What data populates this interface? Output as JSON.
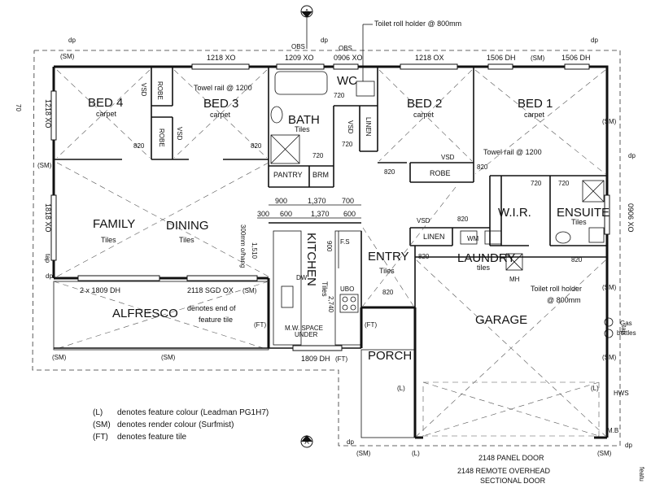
{
  "rooms": {
    "bed4": {
      "name": "BED 4",
      "floor": "carpet"
    },
    "bed3": {
      "name": "BED 3",
      "floor": "carpet"
    },
    "bath": {
      "name": "BATH",
      "floor": "Tiles"
    },
    "wc": {
      "name": "WC"
    },
    "bed2": {
      "name": "BED 2",
      "floor": "carpet"
    },
    "bed1": {
      "name": "BED 1",
      "floor": "carpet"
    },
    "family": {
      "name": "FAMILY",
      "floor": "Tiles"
    },
    "dining": {
      "name": "DINING",
      "floor": "Tiles"
    },
    "kitchen": {
      "name": "KITCHEN",
      "floor": "Tiles"
    },
    "entry": {
      "name": "ENTRY",
      "floor": "Tiles"
    },
    "wir": {
      "name": "W.I.R."
    },
    "ensuite": {
      "name": "ENSUITE",
      "floor": "Tiles"
    },
    "laundry": {
      "name": "LAUNDRY",
      "floor": "tiles"
    },
    "alfresco": {
      "name": "ALFRESCO"
    },
    "garage": {
      "name": "GARAGE"
    },
    "porch": {
      "name": "PORCH"
    },
    "pantry": {
      "name": "PANTRY"
    },
    "brm": {
      "name": "BRM"
    },
    "linen_upper": {
      "name": "LINEN"
    },
    "linen_lower": {
      "name": "LINEN"
    },
    "robe_bed4": {
      "name": "ROBE"
    },
    "robe_bed3": {
      "name": "ROBE"
    },
    "robe_bed2": {
      "name": "ROBE"
    }
  },
  "windows": {
    "bed3_top": "1218 XO",
    "bath_top": "1209 XO",
    "wc_top": "0906 XO",
    "bed2_top": "1218 OX",
    "bed1_top": "1506 DH",
    "bed1_top_right": "1506 DH",
    "bed4_side": "1218 XO",
    "family_side": "1818 XO",
    "ensuite_side": "0906 XO",
    "alfresco_top": "2 x 1809 DH",
    "sgd": "2118 SGD OX",
    "porch_bottom": "1809 DH"
  },
  "doors": {
    "bed4": "820",
    "bed3": "820",
    "bath": "720",
    "wc": "720",
    "bath_side": "720",
    "bed2": "820",
    "robe": "820",
    "wir": "720",
    "ensuite": "720",
    "ensuite_door": "820",
    "laundry": "820",
    "entry_side": "820",
    "entry": "820"
  },
  "codes": {
    "vsd": "VSD",
    "obs": "OBS",
    "sm": "(SM)",
    "ft": "(FT)",
    "l": "(L)",
    "dp": "dp",
    "fs": "F.S",
    "ubo": "UBO",
    "dw": "DW",
    "wm": "WM",
    "mh": "MH",
    "hws": "HWS",
    "mb": "M.B",
    "seventy": "70",
    "tap": "tap"
  },
  "dimensions": {
    "d900": "900",
    "d1370a": "1,370",
    "d700": "700",
    "d300": "300",
    "d600a": "600",
    "d1370b": "1,370",
    "d600b": "600",
    "d300oh": "300mm o/hang",
    "d1510": "1,510",
    "d900v": "900",
    "d2740": "2,740"
  },
  "notes": {
    "toilet_roll_top": "Toilet roll holder @ 800mm",
    "towel_rail_bath": "Towel rail @ 1200",
    "towel_rail_ensuite": "Towel rail @ 1200",
    "toilet_roll_ensuite": "Toilet roll holder",
    "toilet_roll_ensuite_2": "@ 800mm",
    "feature_tile": "denotes end of",
    "feature_tile_2": "feature tile",
    "mw_space": "M.W. SPACE",
    "mw_space_2": "UNDER",
    "gas": "Gas",
    "gas_2": "bottles",
    "garage_door_1": "2148 PANEL DOOR",
    "garage_door_2": "2148 REMOTE OVERHEAD",
    "garage_door_3": "SECTIONAL DOOR",
    "edge_label": "featu"
  },
  "legend": [
    {
      "code": "(L)",
      "text": "denotes feature colour (Leadman PG1H7)"
    },
    {
      "code": "(SM)",
      "text": "denotes render colour (Surfmist)"
    },
    {
      "code": "(FT)",
      "text": "denotes feature tile"
    }
  ],
  "compass": {
    "mark": "A"
  }
}
